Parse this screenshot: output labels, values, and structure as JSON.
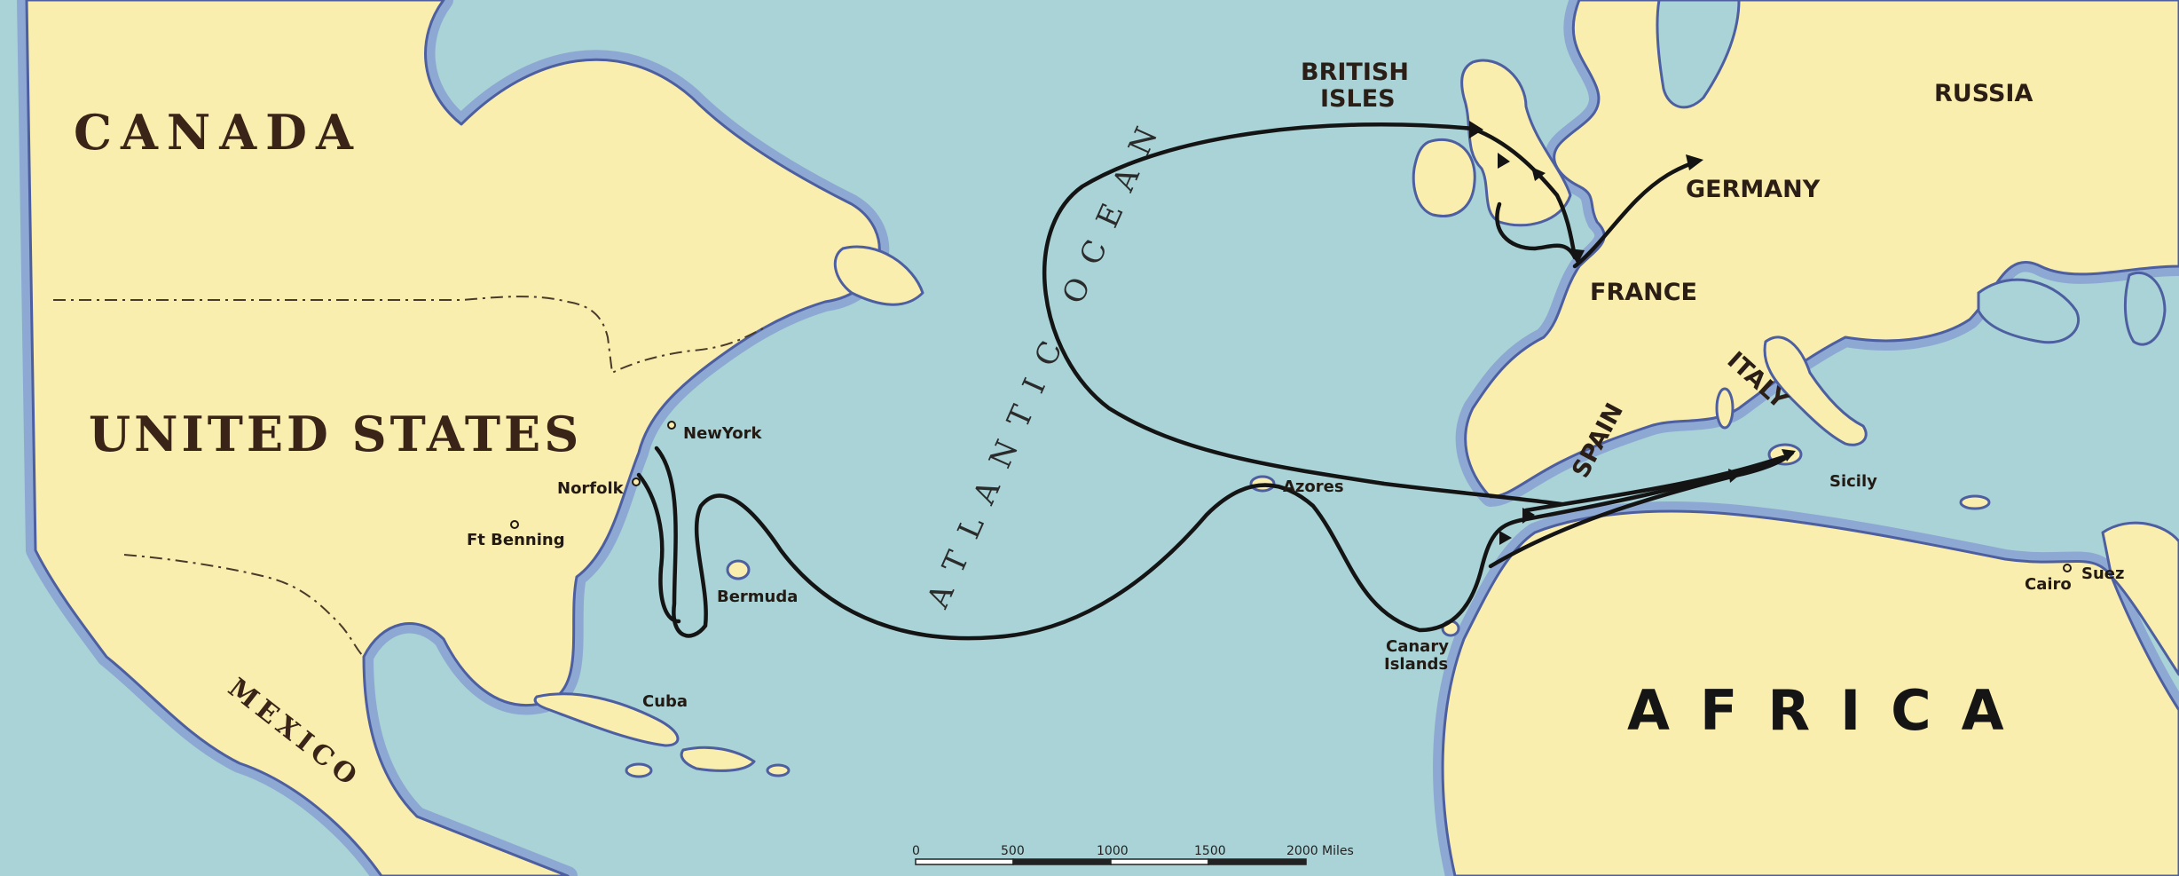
{
  "map": {
    "colors": {
      "water": "#a9d3d6",
      "land": "#f9eeae",
      "coast_shelf": "#8da8d2",
      "coast_line": "#4d5fa0",
      "route": "#141414",
      "border": "#4a3a2a"
    },
    "countries": {
      "canada": "CANADA",
      "united_states": "UNITED STATES",
      "mexico": "MEXICO",
      "russia": "RUSSIA",
      "germany": "GERMANY",
      "france": "FRANCE",
      "british_isles_line1": "BRITISH",
      "british_isles_line2": "ISLES",
      "spain": "SPAIN",
      "italy": "ITALY",
      "africa": "AFRICA"
    },
    "ocean": "ATLANTIC OCEAN",
    "places": {
      "new_york": "NewYork",
      "norfolk": "Norfolk",
      "ft_benning": "Ft Benning",
      "bermuda": "Bermuda",
      "cuba": "Cuba",
      "azores": "Azores",
      "canary_islands_line1": "Canary",
      "canary_islands_line2": "Islands",
      "sicily": "Sicily",
      "cairo": "Cairo",
      "suez": "Suez"
    },
    "scale_bar": {
      "ticks": [
        "0",
        "500",
        "1000",
        "1500",
        "2000"
      ],
      "unit": "Miles"
    }
  }
}
